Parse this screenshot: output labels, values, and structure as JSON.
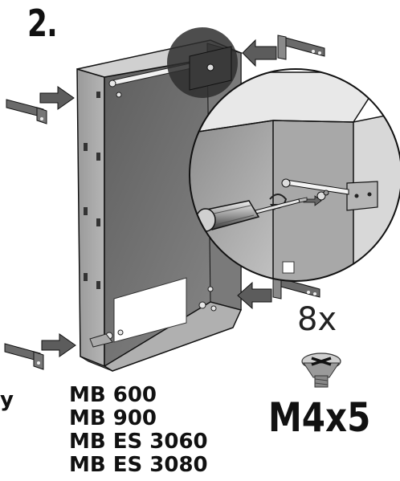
{
  "step_number": "2.",
  "screw": {
    "quantity": "8x",
    "size": "M4x5",
    "icon": "countersunk-phillips-screw-icon"
  },
  "models": [
    "MB 600",
    "MB 900",
    "MB ES 3060",
    "MB ES 3080"
  ],
  "edge_fragment": "y",
  "colors": {
    "box_front": "#6f6f6f",
    "box_side": "#8a8a8a",
    "box_top": "#c8c8c8",
    "arrow": "#5a5a5a",
    "outline": "#111111"
  }
}
